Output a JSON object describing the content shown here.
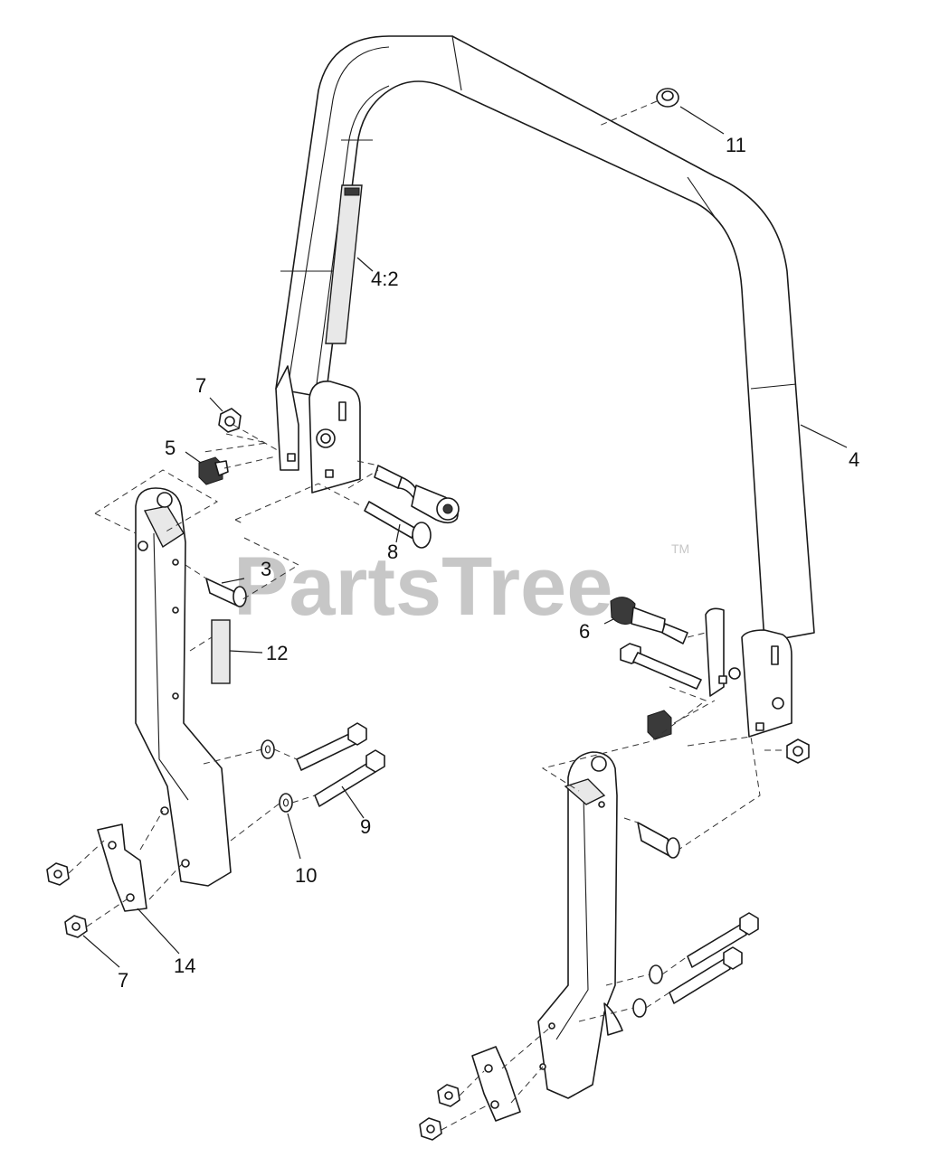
{
  "watermark": {
    "text": "PartsTree",
    "trademark": "TM"
  },
  "callouts": [
    {
      "id": "c-11",
      "text": "11"
    },
    {
      "id": "c-4-2",
      "text": "4:2"
    },
    {
      "id": "c-4",
      "text": "4"
    },
    {
      "id": "c-7a",
      "text": "7"
    },
    {
      "id": "c-5",
      "text": "5"
    },
    {
      "id": "c-8",
      "text": "8"
    },
    {
      "id": "c-3",
      "text": "3"
    },
    {
      "id": "c-6",
      "text": "6"
    },
    {
      "id": "c-12",
      "text": "12"
    },
    {
      "id": "c-9",
      "text": "9"
    },
    {
      "id": "c-10",
      "text": "10"
    },
    {
      "id": "c-14",
      "text": "14"
    },
    {
      "id": "c-7b",
      "text": "7"
    }
  ]
}
